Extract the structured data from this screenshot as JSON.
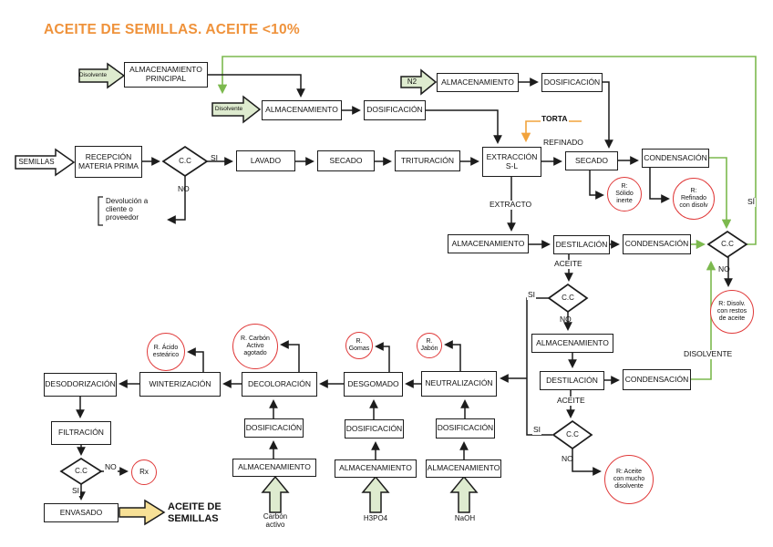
{
  "title": "ACEITE DE SEMILLAS. ACEITE <10%",
  "colors": {
    "title_orange": "#EF923B",
    "line_green": "#7CB94E",
    "line_orange": "#F2A33C",
    "reject_red": "#E03A3A",
    "input_arrow_green": "#DEEBCF",
    "output_arrow_yellow": "#F7E096"
  },
  "nodes": {
    "almacen_principal": "ALMACENAMIENTO\nPRINCIPAL",
    "almacen_disolvente": "ALMACENAMIENTO",
    "dosif_disolvente": "DOSIFICACIÓN",
    "almacen_n2": "ALMACENAMIENTO",
    "dosif_n2": "DOSIFICACIÓN",
    "recepcion": "RECEPCIÓN\nMATERIA PRIMA",
    "lavado": "LAVADO",
    "secado": "SECADO",
    "trituracion": "TRITURACIÓN",
    "extraccion": "EXTRACCIÓN\nS-L",
    "secado_refinado": "SECADO",
    "condensacion_1": "CONDENSACIÓN",
    "almacen_extracto": "ALMACENAMIENTO",
    "destilacion_1": "DESTILACIÓN",
    "condensacion_2": "CONDENSACIÓN",
    "almacen_aceite": "ALMACENAMIENTO",
    "destilacion_2": "DESTILACIÓN",
    "condensacion_3": "CONDENSACIÓN",
    "neutralizacion": "NEUTRALIZACIÓN",
    "desgomado": "DESGOMADO",
    "decoloracion": "DECOLORACIÓN",
    "winterizacion": "WINTERIZACIÓN",
    "desodorizacion": "DESODORIZACIÓN",
    "filtracion": "FILTRACIÓN",
    "envasado": "ENVASADO",
    "dosif_carbon": "DOSIFICACIÓN",
    "dosif_h3po4": "DOSIFICACIÓN",
    "dosif_naoh": "DOSIFICACIÓN",
    "almacen_carbon": "ALMACENAMIENTO",
    "almacen_h3po4": "ALMACENAMIENTO",
    "almacen_naoh": "ALMACENAMIENTO",
    "decision": "C.C"
  },
  "rejects": {
    "solido": "R:\nSólido\ninerte",
    "refinado": "R:\nRefinado\ncon disolv",
    "disolv_restos": "R: Disolv.\ncon restos\nde aceite",
    "aceite_mucho": "R: Aceite\ncon mucho\ndisolvente",
    "jabon": "R.\nJabón",
    "gomas": "R.\nGomas",
    "carbon": "R. Carbón\nActivo\nagotado",
    "acido": "R. Ácido\nesteárico",
    "rx": "Rx"
  },
  "inputs": {
    "disolvente": "Disolvente",
    "n2": "N2",
    "semillas": "SEMILLAS",
    "carbon": "Carbón\nactivo",
    "h3po4": "H3PO4",
    "naoh": "NaOH"
  },
  "flow_labels": {
    "si": "SI",
    "si_acc": "SÍ",
    "no": "NO",
    "refinado": "REFINADO",
    "torta": "TORTA",
    "extracto": "EXTRACTO",
    "aceite": "ACEITE",
    "disolvente": "DISOLVENTE",
    "devolucion": "Devolución a\ncliente o\nproveedor",
    "producto": "ACEITE DE\nSEMILLAS"
  }
}
